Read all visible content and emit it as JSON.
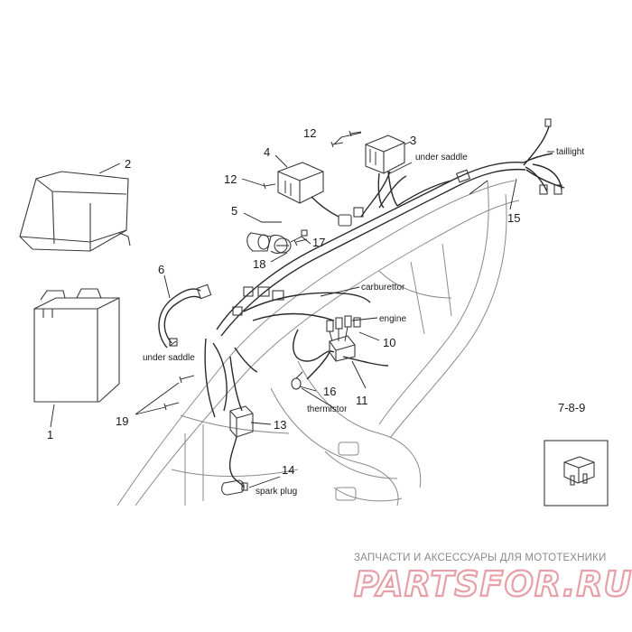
{
  "callouts": {
    "n1": "1",
    "n2": "2",
    "n3": "3",
    "n4": "4",
    "n5": "5",
    "n6": "6",
    "n7_8_9": "7-8-9",
    "n10": "10",
    "n11": "11",
    "n12a": "12",
    "n12b": "12",
    "n13": "13",
    "n14": "14",
    "n15": "15",
    "n16": "16",
    "n17": "17",
    "n18": "18",
    "n19": "19"
  },
  "labels": {
    "under_saddle_top": "under saddle",
    "under_saddle_left": "under saddle",
    "taillight": "taillight",
    "carburettor": "carburettor",
    "engine": "engine",
    "thermistor": "thermistor",
    "spark_plug": "spark plug"
  },
  "watermark": {
    "tagline": "ЗАПЧАСТИ И АКСЕССУАРЫ ДЛЯ МОТОТЕХНИКИ",
    "logo": "PARTSFOR.RU"
  }
}
